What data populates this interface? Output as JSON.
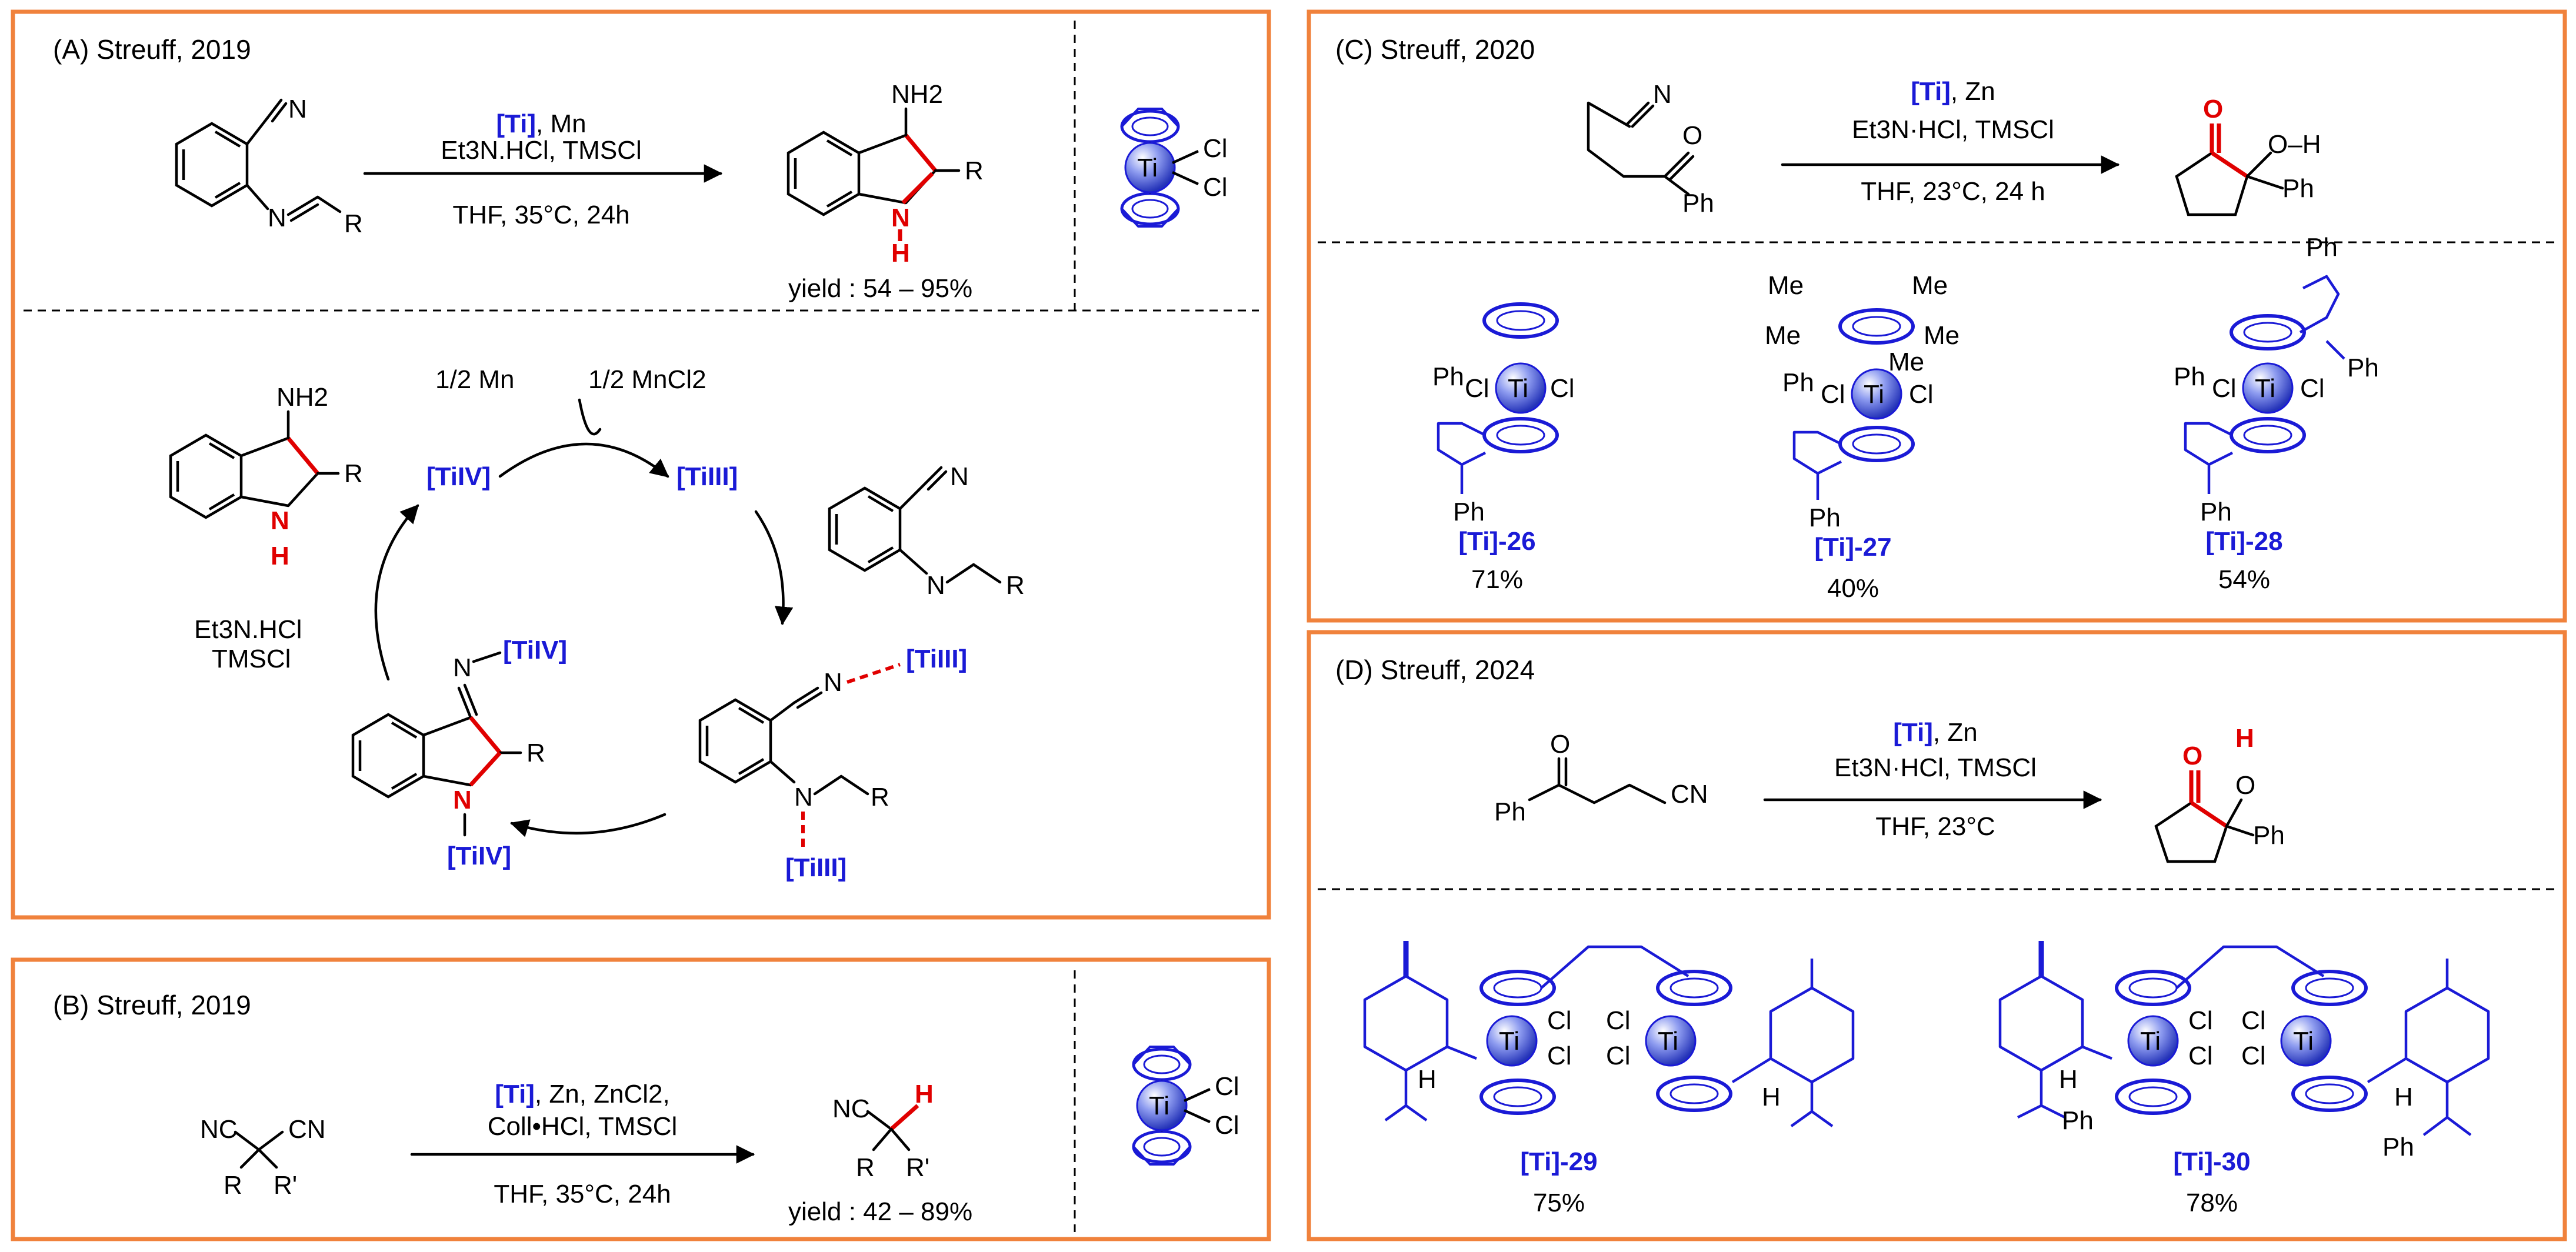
{
  "panels": {
    "A": {
      "header": "(A)  Streuff, 2019",
      "conditions": {
        "cat": "[Ti]",
        "cat_rest": ", Mn",
        "reagents": "Et3N.HCl, TMSCl",
        "solvent": "THF, 35°C, 24h"
      },
      "yield": "yield : 54 – 95%",
      "cycle": {
        "reductant": "1/2 Mn",
        "byproduct": "1/2 MnCl2",
        "ti4": "[TiIV]",
        "ti3": "[TiIII]",
        "additives": [
          "Et3N.HCl",
          "TMSCl"
        ]
      }
    },
    "B": {
      "header": "(B)  Streuff, 2019",
      "conditions": {
        "cat": "[Ti]",
        "cat_rest": ", Zn, ZnCl2,",
        "reagents": "Coll•HCl, TMSCl",
        "solvent": "THF, 35°C, 24h"
      },
      "yield": "yield : 42 – 89%"
    },
    "C": {
      "header": "(C)  Streuff, 2020",
      "conditions": {
        "cat": "[Ti]",
        "cat_rest": ", Zn",
        "reagents": "Et3N·HCl, TMSCl",
        "solvent": "THF, 23°C, 24 h"
      },
      "catalysts": [
        {
          "label": "[Ti]-26",
          "yield": "71%"
        },
        {
          "label": "[Ti]-27",
          "yield": "40%"
        },
        {
          "label": "[Ti]-28",
          "yield": "54%"
        }
      ]
    },
    "D": {
      "header": "(D)  Streuff, 2024",
      "conditions": {
        "cat": "[Ti]",
        "cat_rest": ", Zn",
        "reagents": "Et3N·HCl, TMSCl",
        "solvent": "THF, 23°C"
      },
      "catalysts": [
        {
          "label": "[Ti]-29",
          "yield": "75%"
        },
        {
          "label": "[Ti]-30",
          "yield": "78%"
        }
      ]
    }
  },
  "atoms": {
    "N": "N",
    "NH2": "NH2",
    "H": "H",
    "R": "R",
    "R1": "R'",
    "NC": "NC",
    "CN": "CN",
    "O": "O",
    "Ph": "Ph",
    "Cl": "Cl",
    "Ti": "Ti",
    "Me": "Me",
    "OH": "O–H"
  },
  "colors": {
    "border": "#f0823c",
    "ligand": "#1a1ad6",
    "highlight": "#e00000",
    "ti_sphere": "#5a6fe0"
  }
}
